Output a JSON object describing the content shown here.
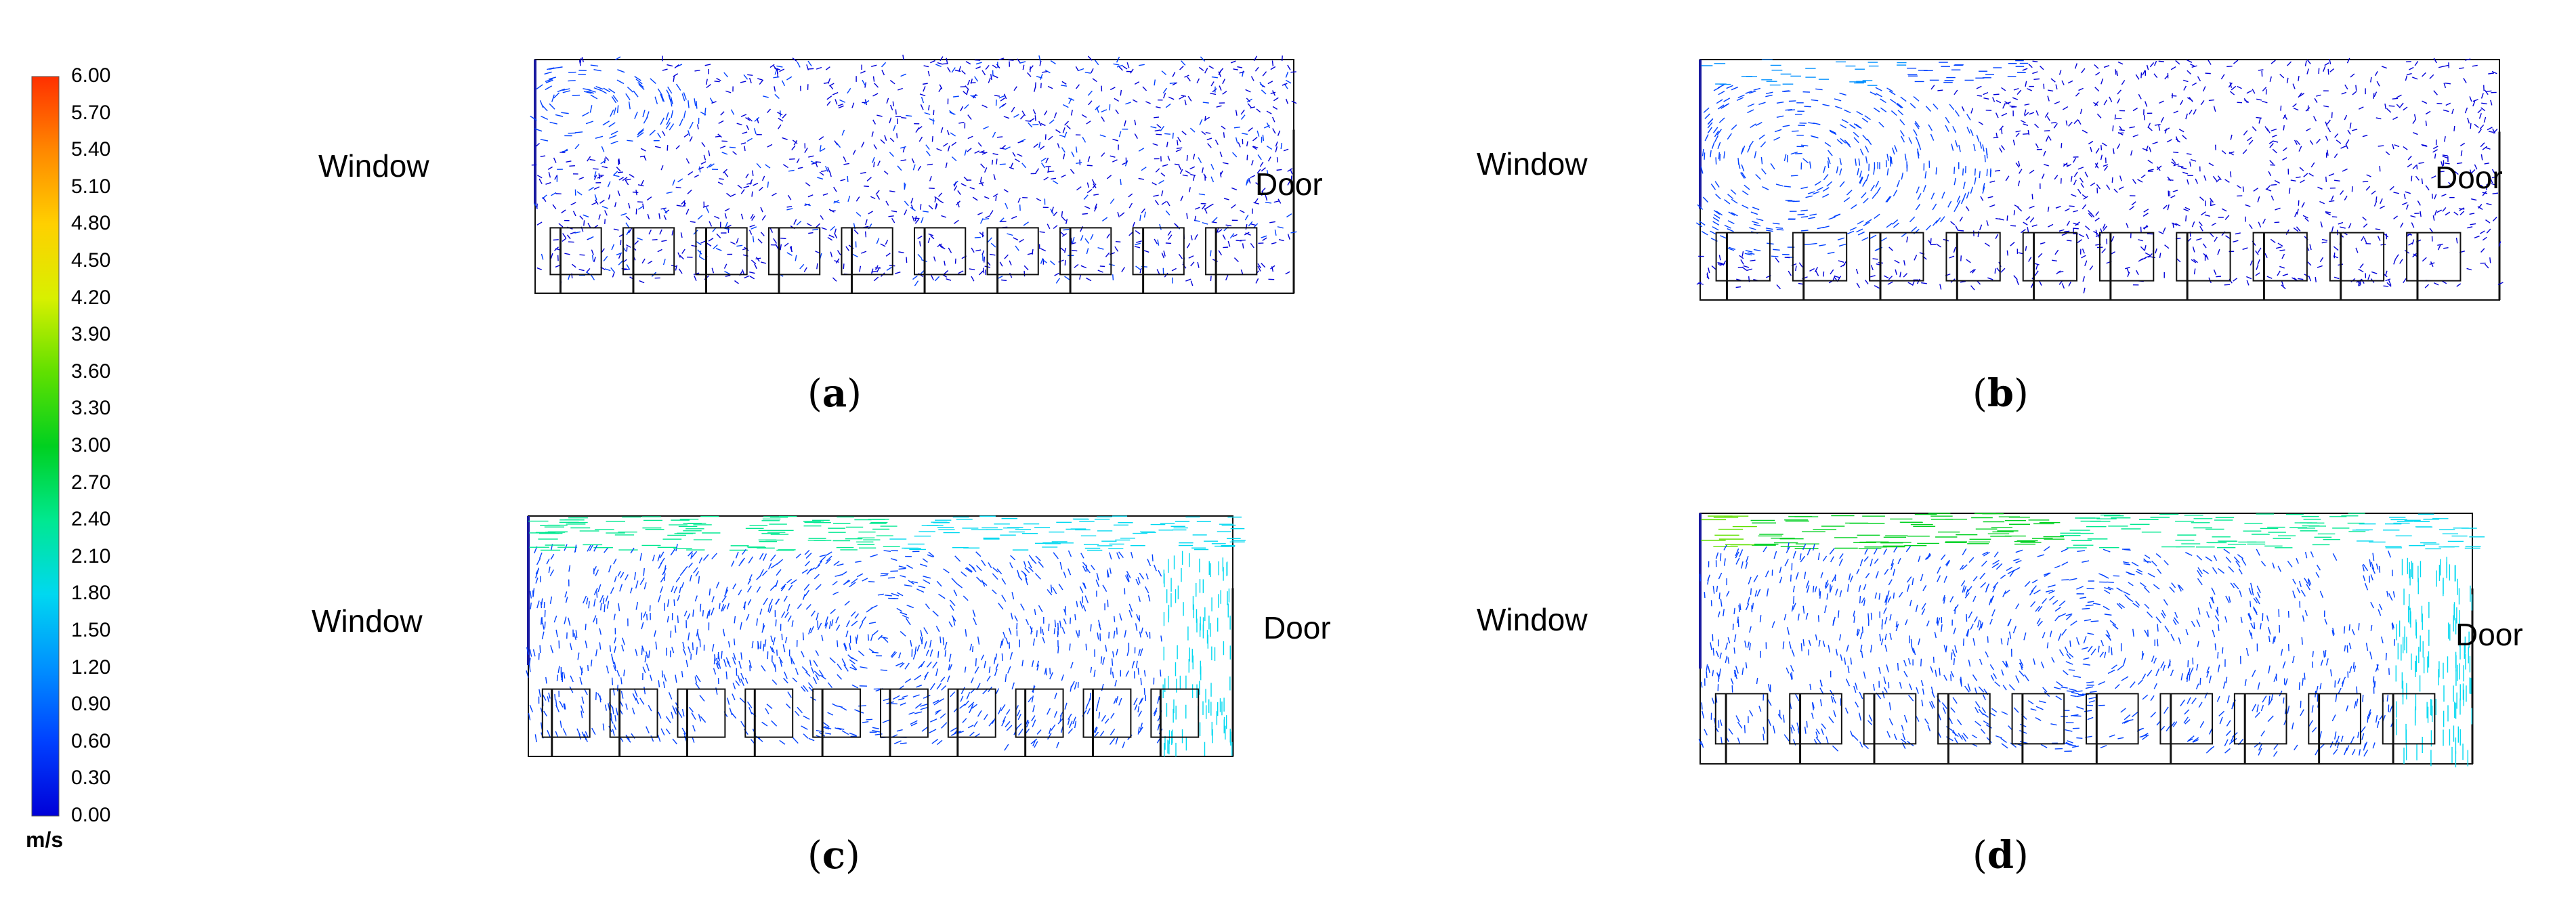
{
  "colorbar": {
    "unit": "m/s",
    "ticks": [
      "6.00",
      "5.70",
      "5.40",
      "5.10",
      "4.80",
      "4.50",
      "4.20",
      "3.90",
      "3.60",
      "3.30",
      "3.00",
      "2.70",
      "2.40",
      "2.10",
      "1.80",
      "1.50",
      "1.20",
      "0.90",
      "0.60",
      "0.30",
      "0.00"
    ],
    "min": 0,
    "max": 6,
    "colors": [
      "#0000d8",
      "#0040ff",
      "#0090ff",
      "#00d8f0",
      "#00e890",
      "#00d020",
      "#60e000",
      "#d8f000",
      "#ffd000",
      "#ff8800",
      "#ff3000"
    ]
  },
  "panels": [
    {
      "id": "a",
      "caption_open": "(",
      "caption_letter": "a",
      "caption_close": ")",
      "window_label": "Window",
      "door_label": "Door",
      "jet_strength": 0.05,
      "vortex": "corner"
    },
    {
      "id": "b",
      "caption_open": "(",
      "caption_letter": "b",
      "caption_close": ")",
      "window_label": "Window",
      "door_label": "Door",
      "jet_strength": 0.2,
      "vortex": "large"
    },
    {
      "id": "c",
      "caption_open": "(",
      "caption_letter": "c",
      "caption_close": ")",
      "window_label": "Window",
      "door_label": "Door",
      "jet_strength": 0.35,
      "vortex": "room"
    },
    {
      "id": "d",
      "caption_open": "(",
      "caption_letter": "d",
      "caption_close": ")",
      "window_label": "Window",
      "door_label": "Door",
      "jet_strength": 0.55,
      "vortex": "room"
    }
  ]
}
